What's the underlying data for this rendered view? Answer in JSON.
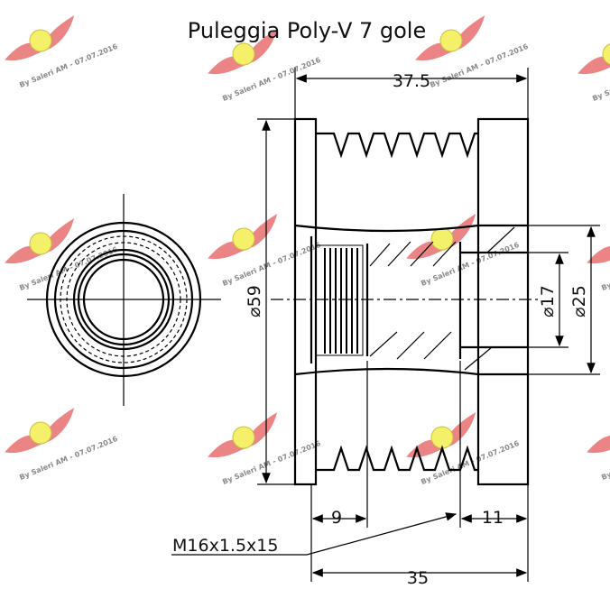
{
  "title": "Puleggia Poly-V 7 gole",
  "watermark": {
    "text": "By Saleri AM - 07.07.2016",
    "wing_color": "#e87070",
    "badge_color": "#f5f06a"
  },
  "dimensions": {
    "overall_length": "37.5",
    "outer_diameter": "⌀59",
    "bore_diameter_small": "⌀17",
    "bore_diameter_large": "⌀25",
    "left_depth": "9",
    "right_depth": "11",
    "thread": "M16x1.5x15",
    "body_length": "35"
  }
}
